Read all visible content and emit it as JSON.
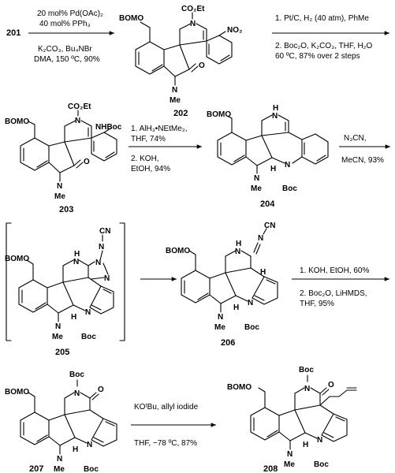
{
  "scheme": {
    "step1": {
      "start": "201",
      "conditions": [
        "20 mol% Pd(OAc)₂",
        "40 mol% PPh₃",
        "K₂CO₃, Bu₄NBr",
        "DMA, 150 ºC, 90%"
      ]
    },
    "c202": {
      "id": "202",
      "labels": {
        "bomo": "BOMO",
        "ester": "CO₂Et",
        "n_ring": "N",
        "nitro": "NO₂",
        "o": "O",
        "n_ind": "N",
        "me": "Me"
      }
    },
    "step2": {
      "conditions": [
        "1. Pt/C, H₂ (40 atm), PhMe",
        "2. Boc₂O, K₂CO₃, THF, H₂O",
        "60 ºC, 87% over 2 steps"
      ]
    },
    "c203": {
      "id": "203",
      "labels": {
        "bomo": "BOMO",
        "ester": "CO₂Et",
        "n_ring": "N",
        "nhboc": "NHBoc",
        "o": "O",
        "n_ind": "N",
        "me": "Me"
      }
    },
    "step3": {
      "conditions": [
        "1. AlH₃•NEtMe₂,",
        "THF, 74%",
        "2. KOH,",
        "EtOH, 94%"
      ]
    },
    "c204": {
      "id": "204",
      "labels": {
        "bomo": "BOMO",
        "nh": "H",
        "n_ring": "N",
        "n_ind": "N",
        "me": "Me",
        "h": "H",
        "n_boc": "N",
        "boc": "Boc"
      }
    },
    "step4": {
      "conditions": [
        "N₃CN,",
        "MeCN, 93%"
      ]
    },
    "c205": {
      "id": "205",
      "labels": {
        "cn": "CN",
        "bomo": "BOMO",
        "n1": "N",
        "n2": "N",
        "n3": "N",
        "n4": "N",
        "n_ind": "N",
        "me": "Me",
        "h": "H",
        "n_boc": "N",
        "boc": "Boc",
        "nh": "H"
      }
    },
    "c206": {
      "id": "206",
      "labels": {
        "cn": "CN",
        "bomo": "BOMO",
        "n_im": "N",
        "n_ring": "N",
        "h_ring": "H",
        "h_c": "H",
        "n_ind": "N",
        "me": "Me",
        "h": "H",
        "n_boc": "N",
        "boc": "Boc"
      }
    },
    "step5": {
      "conditions": [
        "1. KOH, EtOH, 60%",
        "2. Boc₂O, LiHMDS,",
        "THF, 95%"
      ]
    },
    "c207": {
      "id": "207",
      "labels": {
        "bomo": "BOMO",
        "n_boc_ring": "N",
        "boc_ring": "Boc",
        "o": "O",
        "n_ind": "N",
        "me": "Me",
        "h": "H",
        "n_boc": "N",
        "boc": "Boc"
      }
    },
    "step6": {
      "conditions": [
        "KOᵗBu, allyl iodide",
        "THF, −78 ºC, 87%"
      ]
    },
    "c208": {
      "id": "208",
      "labels": {
        "bomo": "BOMO",
        "boc_ring": "Boc",
        "n_ring": "N",
        "o": "O",
        "n_ind": "N",
        "me": "Me",
        "h": "H",
        "n_boc": "N",
        "boc": "Boc"
      }
    }
  }
}
